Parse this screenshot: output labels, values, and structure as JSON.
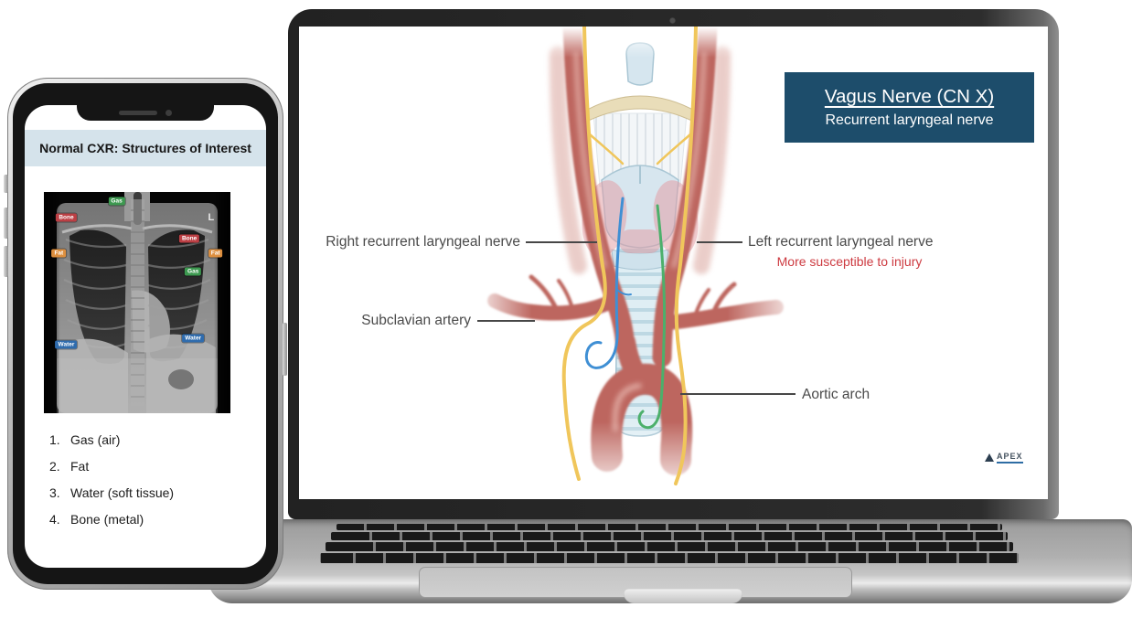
{
  "phone": {
    "header_title": "Normal CXR: Structures of Interest",
    "header_bg": "#d5e3eb",
    "xray_marker": "L",
    "xray_labels": [
      {
        "text": "Gas",
        "type": "gas"
      },
      {
        "text": "Bone",
        "type": "bone"
      },
      {
        "text": "Bone",
        "type": "bone"
      },
      {
        "text": "Fat",
        "type": "fat"
      },
      {
        "text": "Fat",
        "type": "fat"
      },
      {
        "text": "Gas",
        "type": "gas"
      },
      {
        "text": "Water",
        "type": "water"
      },
      {
        "text": "Water",
        "type": "water"
      }
    ],
    "label_colors": {
      "gas": "#3d9950",
      "bone": "#bc3f44",
      "fat": "#dd8f3f",
      "water": "#2f6cae"
    },
    "list_items": [
      {
        "num": "1.",
        "text": "Gas (air)"
      },
      {
        "num": "2.",
        "text": "Fat"
      },
      {
        "num": "3.",
        "text": "Water (soft tissue)"
      },
      {
        "num": "4.",
        "text": "Bone (metal)"
      }
    ]
  },
  "laptop": {
    "slide_title": "Vagus Nerve (CN X)",
    "slide_subtitle": "Recurrent laryngeal nerve",
    "title_box_bg": "#1d4d6b",
    "annotations": {
      "right_rln": "Right recurrent laryngeal nerve",
      "left_rln": "Left recurrent laryngeal nerve",
      "left_rln_note": "More susceptible to injury",
      "note_color": "#cd3a40",
      "subclavian": "Subclavian artery",
      "aortic_arch": "Aortic arch"
    },
    "logo_text": "APEX"
  }
}
